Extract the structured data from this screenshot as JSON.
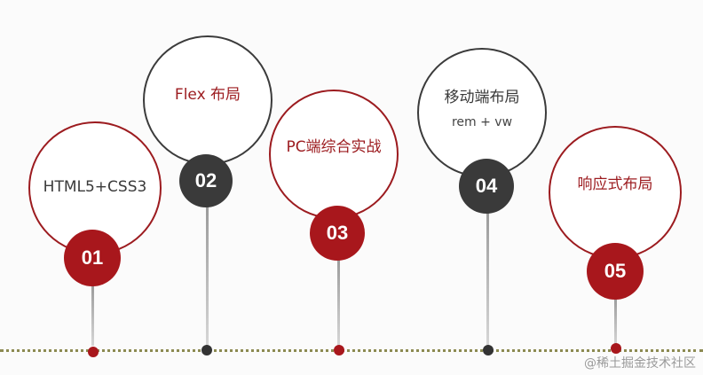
{
  "items": [
    {
      "number": "01",
      "label": "HTML5+CSS3"
    },
    {
      "number": "02",
      "label": "Flex 布局"
    },
    {
      "number": "03",
      "label": "PC端综合实战"
    },
    {
      "number": "04",
      "label": "移动端布局",
      "sublabel": "rem + vw"
    },
    {
      "number": "05",
      "label": "响应式布局"
    }
  ],
  "watermark": "@稀土掘金技术社区",
  "colors": {
    "accent_red": "#a8171c",
    "dark": "#3a3a3a",
    "timeline": "#8c8a52"
  }
}
